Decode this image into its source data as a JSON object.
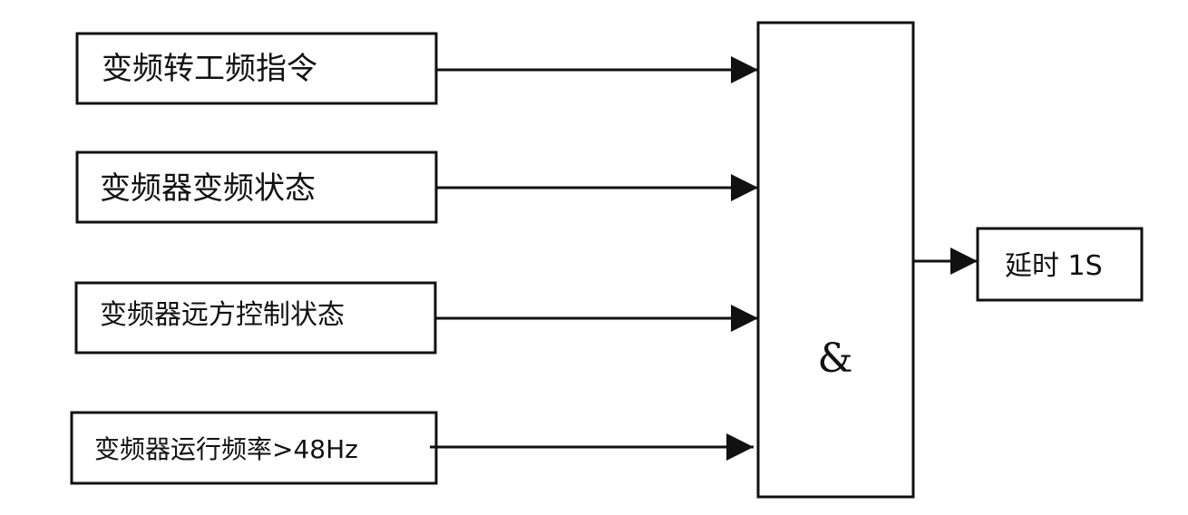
{
  "diagram": {
    "inputs": [
      {
        "label": "变频转工频指令"
      },
      {
        "label": "变频器变频状态"
      },
      {
        "label": "变频器远方控制状态"
      },
      {
        "label": "变频器运行频率>48Hz"
      }
    ],
    "and_gate": {
      "symbol": "&"
    },
    "output": {
      "label": "延时 1S"
    }
  }
}
